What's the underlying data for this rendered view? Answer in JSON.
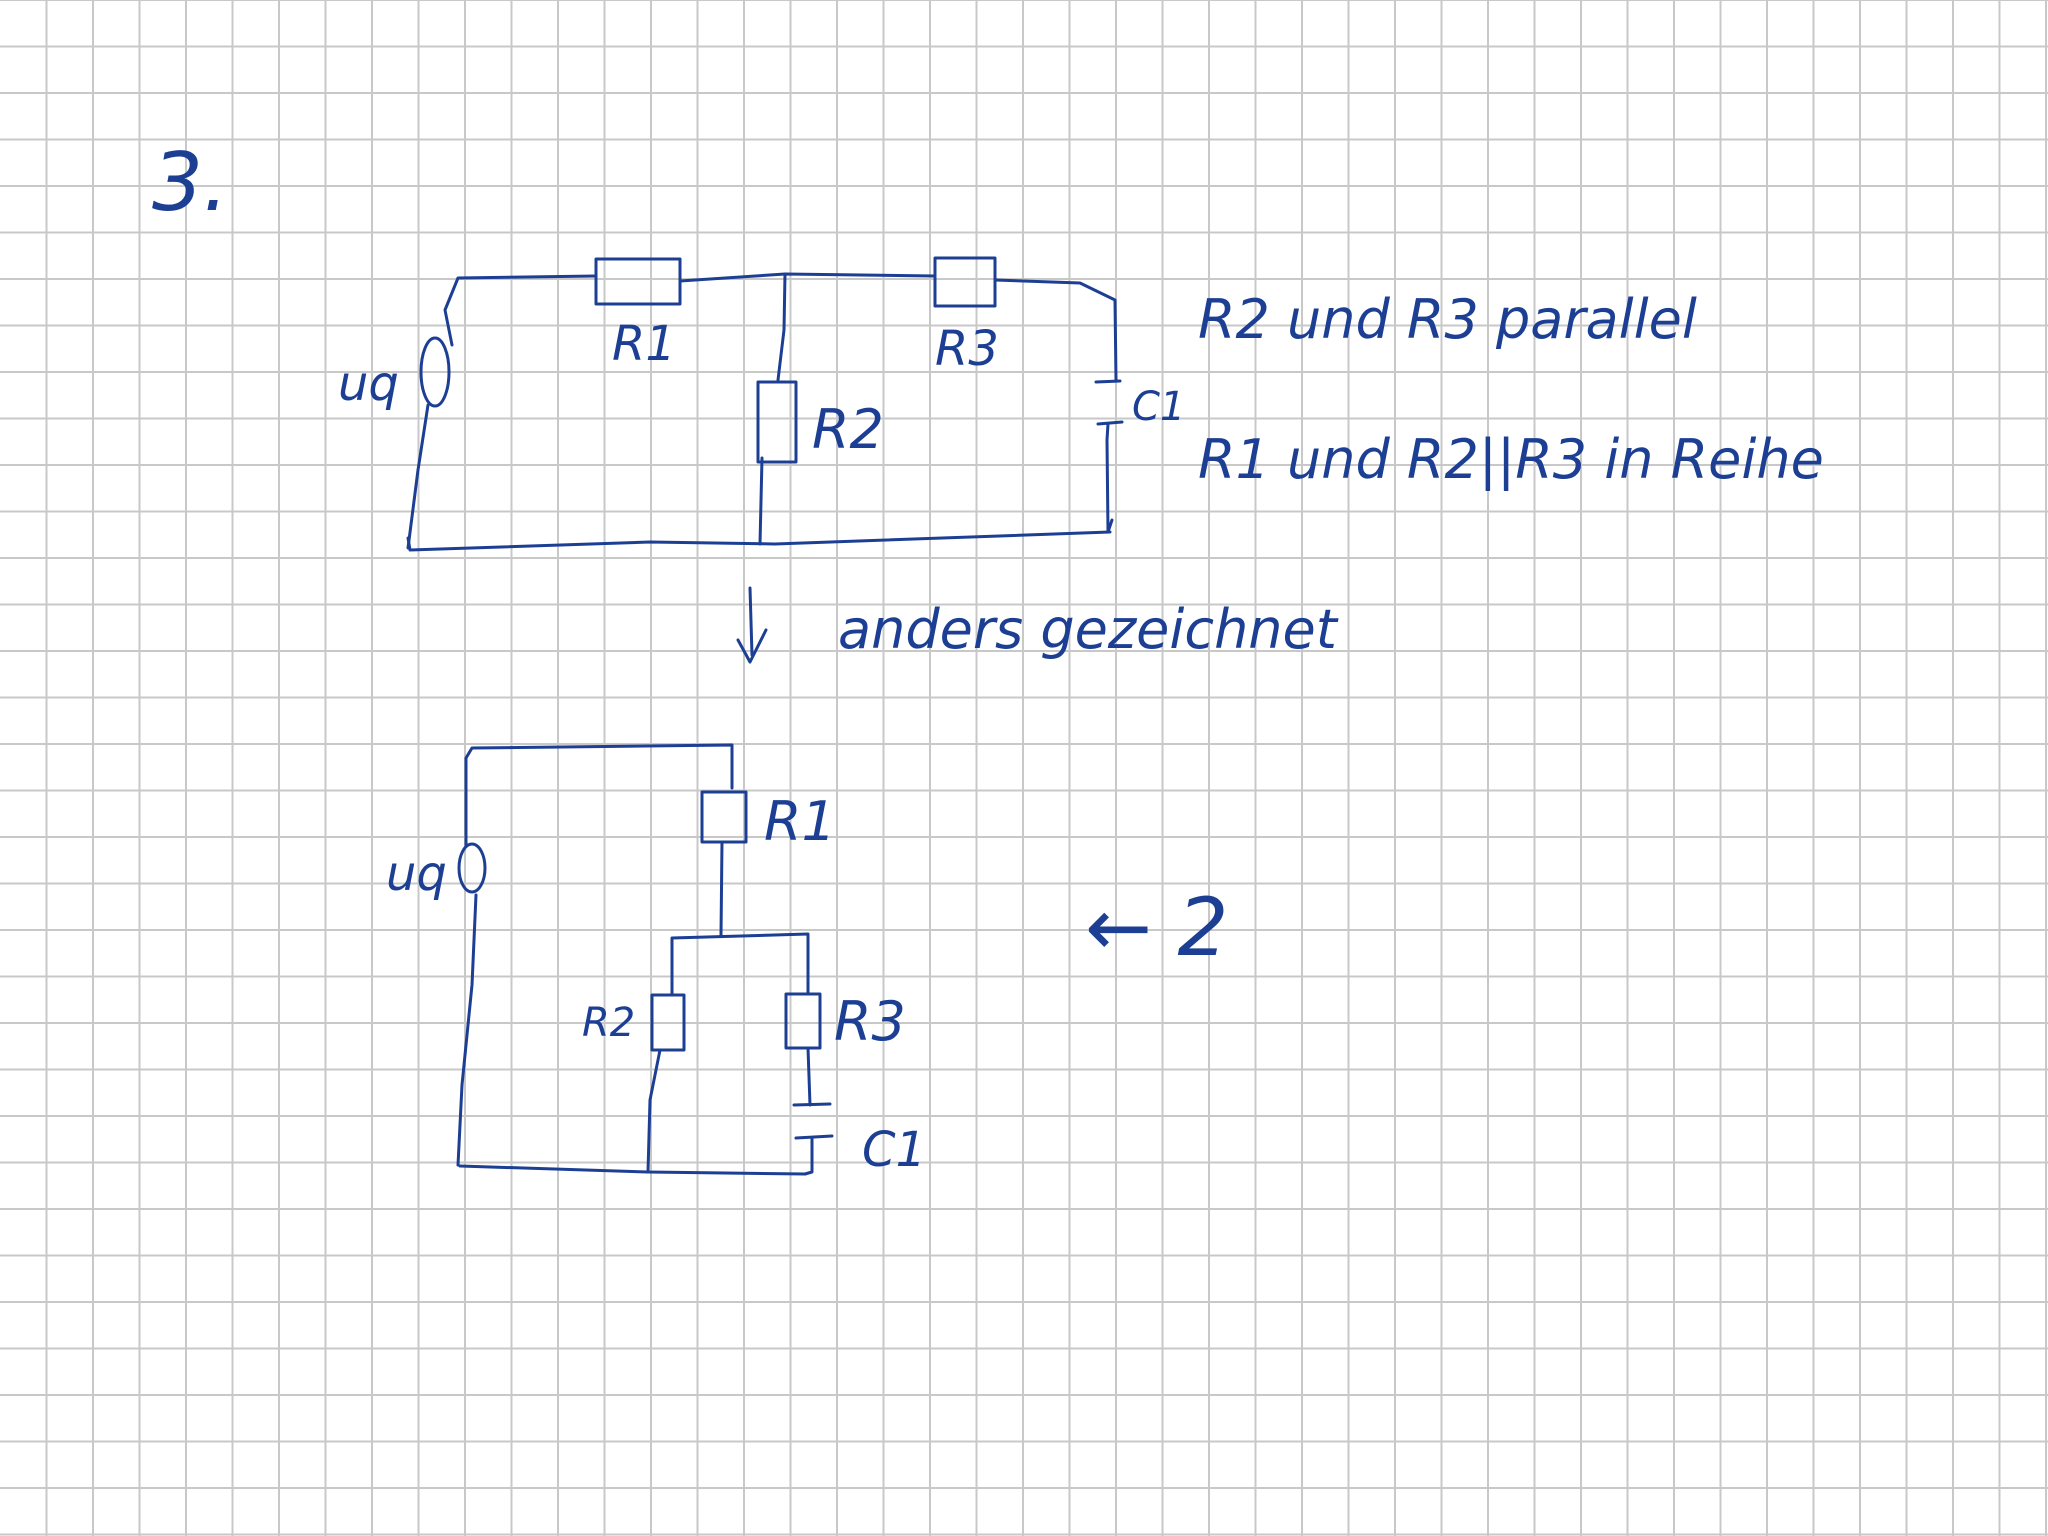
{
  "sheet": {
    "ink_color": "#1c3f94",
    "grid_color": "#c8c8c8",
    "background": "#ffffff",
    "problem_number": "3."
  },
  "circuit_top": {
    "source_label": "uq",
    "r1_label": "R1",
    "r2_label": "R2",
    "r3_label": "R3",
    "c1_label": "C1"
  },
  "notes": {
    "line1": "R2 und R3 parallel",
    "line2": "R1 und R2||R3 in Reihe"
  },
  "redraw_caption": "anders gezeichnet",
  "circuit_bottom": {
    "source_label": "uq",
    "r1_label": "R1",
    "r2_label": "R2",
    "r3_label": "R3",
    "c1_label": "C1"
  },
  "side_note": "← 2"
}
